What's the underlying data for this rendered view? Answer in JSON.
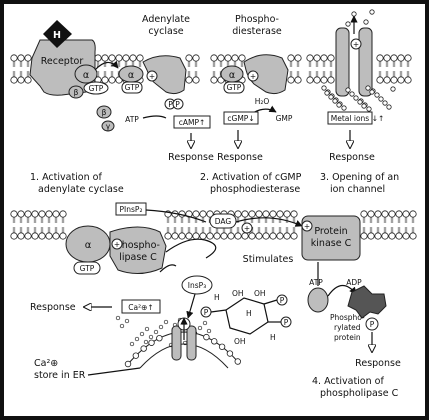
{
  "labels": {
    "h": "H",
    "receptor": "Receptor",
    "adenylate_cyclase_1": "Adenylate",
    "adenylate_cyclase_2": "cyclase",
    "phosphodiesterase_1": "Phospho-",
    "phosphodiesterase_2": "diesterase",
    "alpha": "α",
    "beta": "β",
    "gamma": "γ",
    "gtp": "GTP",
    "atp": "ATP",
    "pp": "P P",
    "camp": "cAMP↑",
    "cgmp": "cGMP↓",
    "h2o": "H₂O",
    "gmp": "GMP",
    "metal_ions": "Metal ions",
    "metal_arrows": "↓↑",
    "response": "Response",
    "caption1_line1": "1. Activation of",
    "caption1_line2": "adenylate cyclase",
    "caption2_line1": "2. Activation of cGMP",
    "caption2_line2": "phosphodiesterase",
    "caption3_line1": "3. Opening of an",
    "caption3_line2": "ion channel",
    "pinsp2": "PInsP₂",
    "dag": "DAG",
    "phospholipase_1": "Phospho-",
    "phospholipase_2": "lipase C",
    "protein_kinase_1": "Protein",
    "protein_kinase_2": "kinase C",
    "stimulates": "Stimulates",
    "insp3": "InsP₃",
    "adp": "ADP",
    "p": "P",
    "ca_up": "Ca²⊕↑",
    "ca_store_1": "Ca²⊕",
    "ca_store_2": "store in ER",
    "phosphorylated_1": "Phospho-",
    "phosphorylated_2": "rylated",
    "phosphorylated_3": "protein",
    "oh": "OH",
    "h_atom": "H",
    "plus": "+",
    "caption4_line1": "4. Activation of",
    "caption4_line2": "phospholipase C"
  }
}
